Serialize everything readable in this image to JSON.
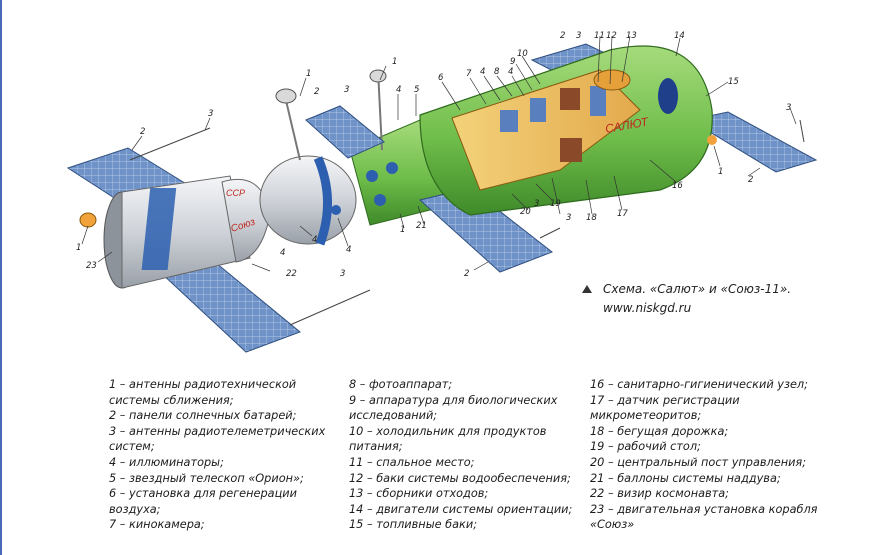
{
  "caption": {
    "title": "Схема. «Салют» и «Союз-11».",
    "url": "www.niskgd.ru"
  },
  "hull_text": {
    "soyuz_name": "Союз",
    "soyuz_cccp": "ССР",
    "salyut_name": "САЛЮТ"
  },
  "callouts": {
    "n1": "1",
    "n2": "2",
    "n3": "3",
    "n4": "4",
    "n5": "5",
    "n6": "6",
    "n7": "7",
    "n8": "8",
    "n9": "9",
    "n10": "10",
    "n11": "11",
    "n12": "12",
    "n13": "13",
    "n14": "14",
    "n15": "15",
    "n16": "16",
    "n17": "17",
    "n18": "18",
    "n19": "19",
    "n20": "20",
    "n21": "21",
    "n22": "22",
    "n23": "23"
  },
  "legend": {
    "col1": [
      "1 – антенны радиотехнической",
      "системы сближения;",
      "2 – панели солнечных батарей;",
      "3 – антенны радиотелеметрических",
      "систем;",
      "4 – иллюминаторы;",
      "5 – звездный телескоп «Орион»;",
      "6 – установка для регенерации",
      "воздуха;",
      "7 – кинокамера;"
    ],
    "col2": [
      "8 – фотоаппарат;",
      "9 – аппаратура для биологических",
      "исследований;",
      "10 – холодильник для продуктов",
      "питания;",
      "11 – спальное место;",
      "12 – баки системы водообеспечения;",
      "13 – сборники отходов;",
      "14 – двигатели системы ориентации;",
      "15 – топливные баки;"
    ],
    "col3": [
      "16 – санитарно-гигиенический узел;",
      "17 – датчик регистрации",
      "микрометеоритов;",
      "18 – бегущая дорожка;",
      "19 – рабочий стол;",
      "20 – центральный пост управления;",
      "21 – баллоны системы наддува;",
      "22 – визир космонавта;",
      "23 – двигательная установка корабля",
      "«Союз»"
    ]
  },
  "colors": {
    "panel_blue": "#6f93c9",
    "hull_green": "#6fbd4a",
    "soyuz_silver": "#d7dbe0",
    "accent_blue": "#2c5fb0",
    "leader_line": "#333333"
  }
}
